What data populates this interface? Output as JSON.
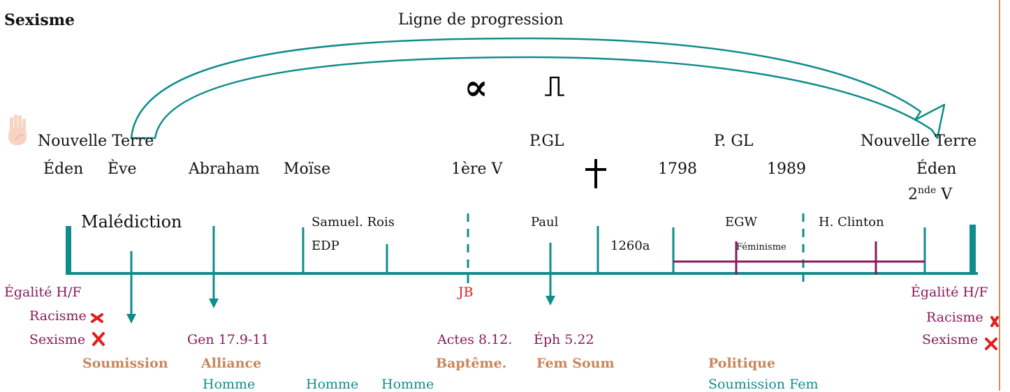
{
  "title": "Sexisme",
  "progress_line": "Ligne de progression",
  "symbols": {
    "alpha": "∝",
    "omega": "⎍"
  },
  "top": {
    "nouvelle_terre_left": "Nouvelle Terre",
    "pgl1": "P.GL",
    "pgl2": "P. GL",
    "nouvelle_terre_right": "Nouvelle Terre"
  },
  "row2": {
    "eden_left": "Éden",
    "eve": "Ève",
    "abraham": "Abraham",
    "moise": "Moïse",
    "premiere_v": "1ère V",
    "y1798": "1798",
    "y1989": "1989",
    "eden_right": "Éden",
    "seconde_v_num": "2",
    "seconde_v_sup": "nde",
    "seconde_v_letter": " V"
  },
  "upper_labels": {
    "malediction": "Malédiction",
    "samuel_rois": "Samuel. Rois",
    "edp": "EDP",
    "paul": "Paul",
    "a1260": "1260a",
    "egw": "EGW",
    "feminisme": "Féminisme",
    "h_clinton": "H. Clinton"
  },
  "left_list": {
    "egalite": "Égalité H/F",
    "racisme": "Racisme",
    "sexisme": "Sexisme"
  },
  "right_list": {
    "egalite": "Égalité H/F",
    "racisme": "Racisme",
    "sexisme": "Sexisme"
  },
  "jb": "JB",
  "lower": {
    "gen": "Gen 17.9-11",
    "actes": "Actes 8.12.",
    "eph": "Éph 5.22",
    "soumission": "Soumission",
    "alliance": "Alliance",
    "bapteme": "Baptême.",
    "fem_soum": "Fem Soum",
    "politique": "Politique",
    "homme1": "Homme",
    "homme2": "Homme",
    "homme3": "Homme",
    "soumission_fem": "Soumission Fem"
  },
  "colors": {
    "teal": "#0f8d8b",
    "plum": "#8a1a5c",
    "red": "#e0201d",
    "brown": "#c8865b",
    "edge": "#c9935e"
  },
  "icons": [
    "hand-icon",
    "cross-icon",
    "x-mark-icon"
  ]
}
